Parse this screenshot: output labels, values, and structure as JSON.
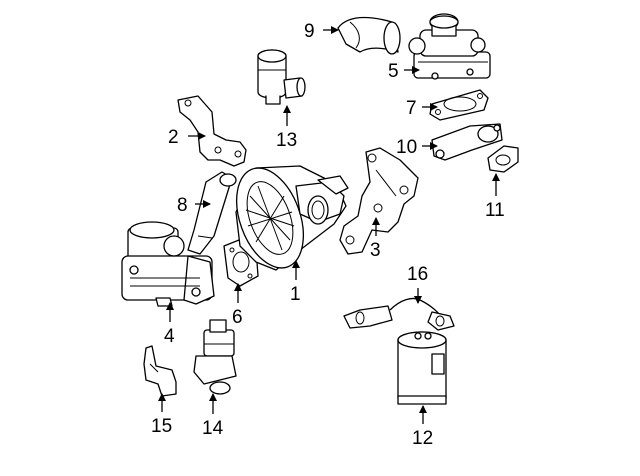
{
  "diagram": {
    "background": "#ffffff",
    "line_color": "#000000",
    "callouts": {
      "c1": "1",
      "c2": "2",
      "c3": "3",
      "c4": "4",
      "c5": "5",
      "c6": "6",
      "c7": "7",
      "c8": "8",
      "c9": "9",
      "c10": "10",
      "c11": "11",
      "c12": "12",
      "c13": "13",
      "c14": "14",
      "c15": "15",
      "c16": "16"
    }
  }
}
